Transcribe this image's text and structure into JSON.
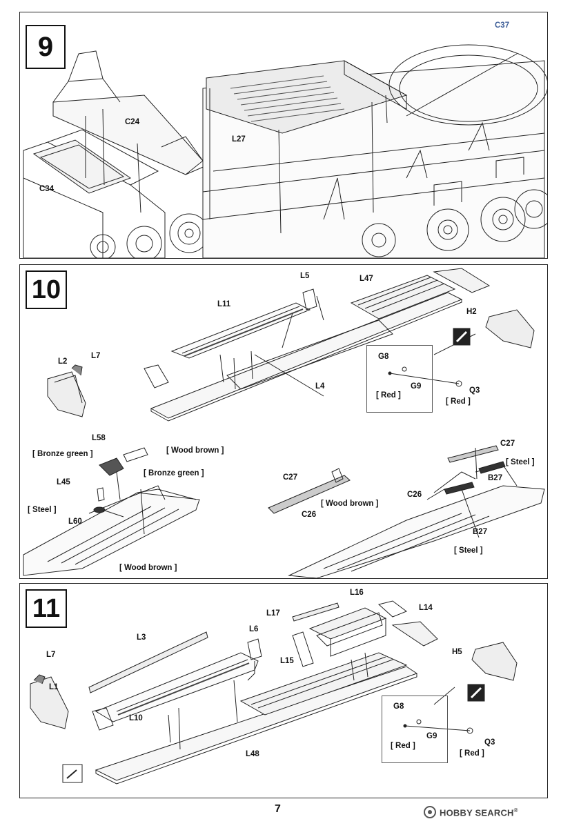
{
  "page_number": "7",
  "watermark": {
    "text": "HOBBY SEARCH",
    "reg": "®"
  },
  "steps": {
    "s9": {
      "number": "9"
    },
    "s10": {
      "number": "10"
    },
    "s11": {
      "number": "11"
    }
  },
  "parts": {
    "C37": "C37",
    "C24": "C24",
    "C34": "C34",
    "L27": "L27",
    "L5": "L5",
    "L47": "L47",
    "L11": "L11",
    "H2": "H2",
    "L2": "L2",
    "L7": "L7",
    "L4": "L4",
    "G8": "G8",
    "G9": "G9",
    "Q3": "Q3",
    "L58": "L58",
    "L45": "L45",
    "L60": "L60",
    "C27": "C27",
    "C26": "C26",
    "B27": "B27",
    "L16": "L16",
    "L17": "L17",
    "L14": "L14",
    "L3": "L3",
    "L6": "L6",
    "L15": "L15",
    "H5": "H5",
    "L1": "L1",
    "L10": "L10",
    "L48": "L48"
  },
  "colors": {
    "red": "[ Red ]",
    "wood_brown": "[ Wood brown ]",
    "bronze_green": "[ Bronze green ]",
    "bronze_green_open": "[ Bronze green",
    "steel": "[ Steel ]"
  }
}
